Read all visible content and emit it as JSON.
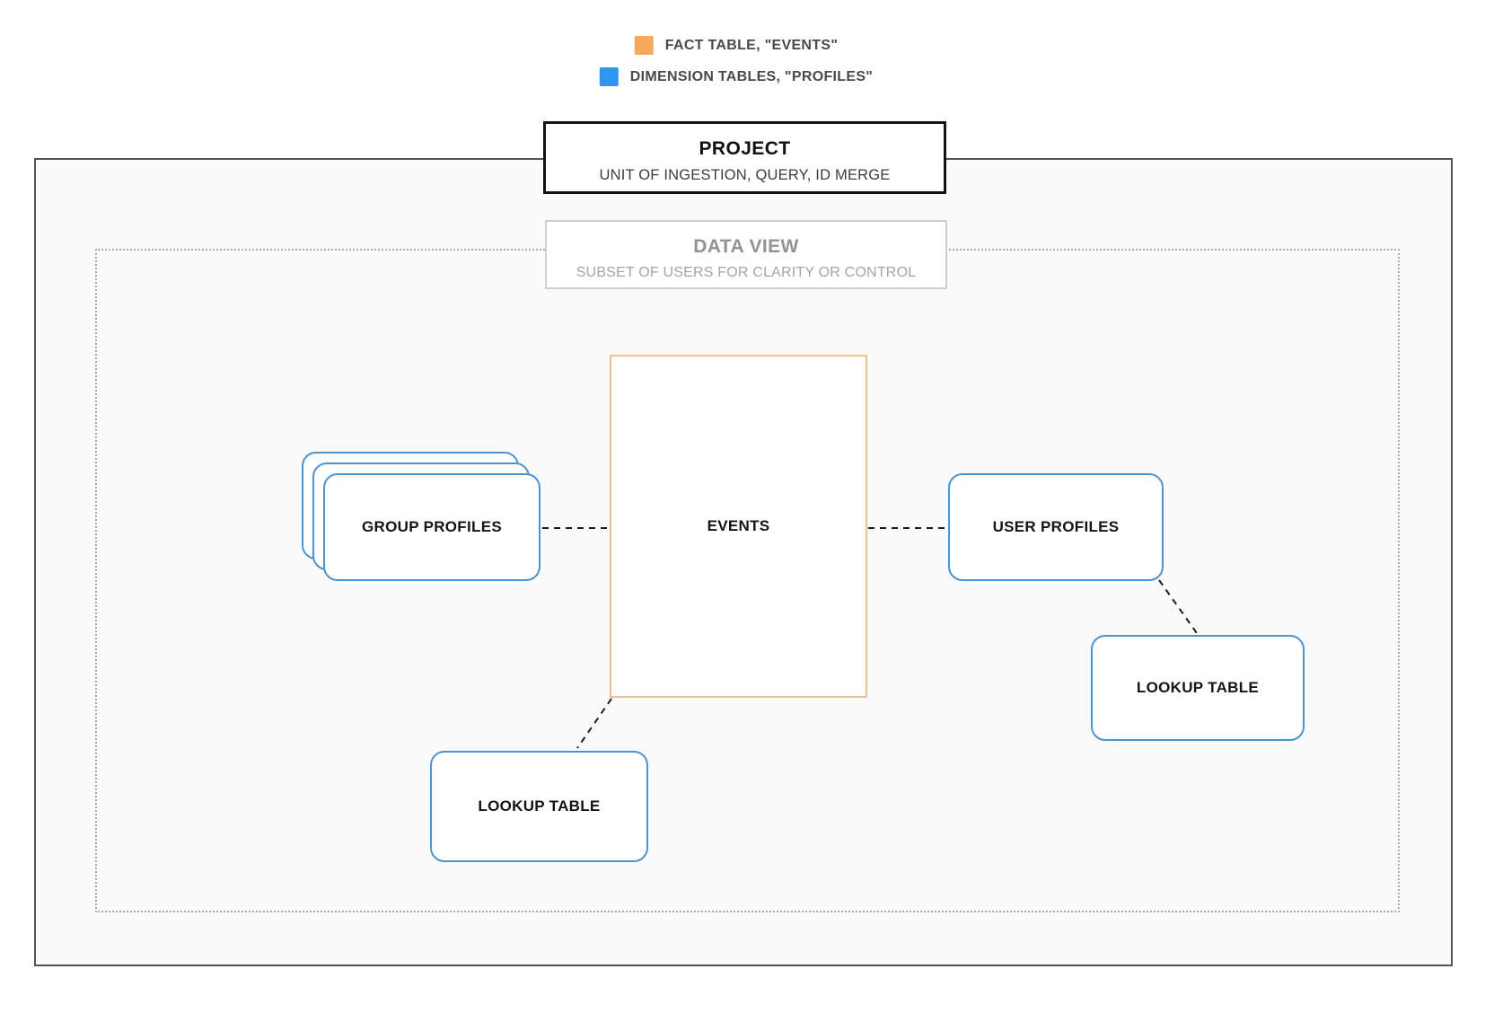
{
  "legend": {
    "items": [
      {
        "label": "FACT TABLE, \"EVENTS\"",
        "color": "#f6a95c"
      },
      {
        "label": "DIMENSION TABLES, \"PROFILES\"",
        "color": "#2e96f0"
      }
    ]
  },
  "project": {
    "title": "PROJECT",
    "subtitle": "UNIT OF INGESTION, QUERY, ID MERGE"
  },
  "data_view": {
    "title": "DATA VIEW",
    "subtitle": "SUBSET OF USERS FOR CLARITY OR CONTROL"
  },
  "nodes": {
    "events": {
      "label": "EVENTS",
      "type": "fact"
    },
    "group_profiles": {
      "label": "GROUP PROFILES",
      "type": "dimension"
    },
    "user_profiles": {
      "label": "USER PROFILES",
      "type": "dimension"
    },
    "lookup_table_right": {
      "label": "LOOKUP TABLE",
      "type": "dimension"
    },
    "lookup_table_bottom": {
      "label": "LOOKUP TABLE",
      "type": "dimension"
    }
  },
  "colors": {
    "fact_swatch": "#f6a95c",
    "dimension_swatch": "#2e96f0",
    "fact_border": "#eec08f",
    "dimension_border": "#4a94d5",
    "connector": "#1a1a1a"
  }
}
